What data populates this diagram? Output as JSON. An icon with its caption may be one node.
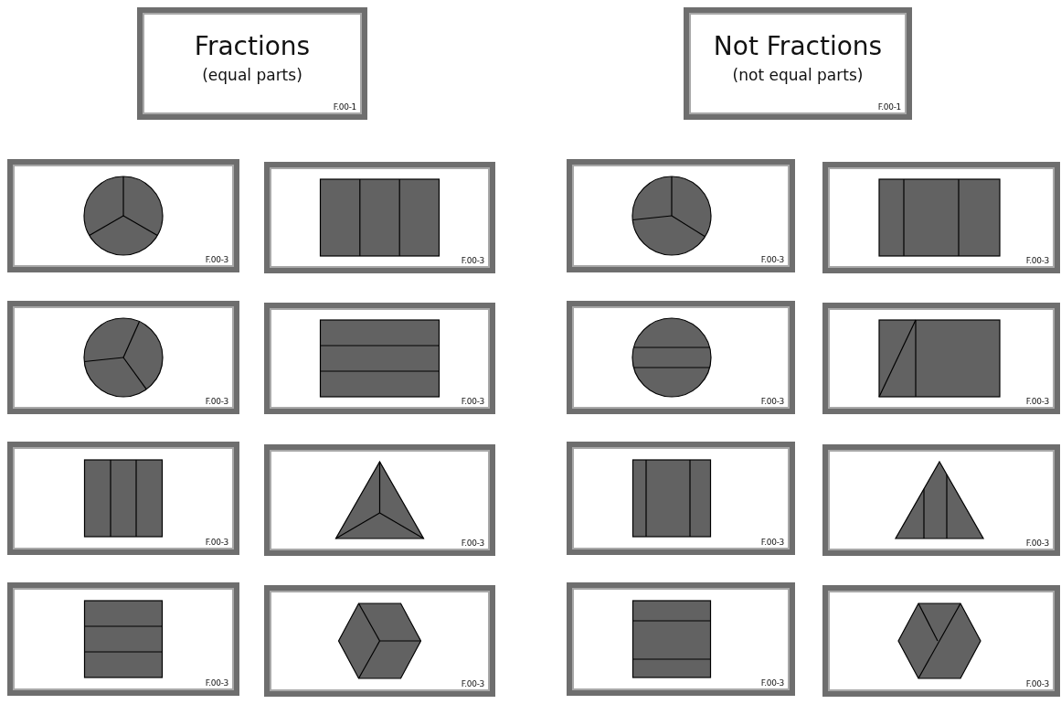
{
  "diagram": {
    "nodes": [
      {
        "text": [
          "Fractions",
          "(equal parts)",
          "F.00-1"
        ]
      },
      {
        "text": [
          "Not Fractions",
          "(not equal parts)",
          "F.00-1"
        ]
      },
      {
        "text": [
          "F.00-3"
        ]
      },
      {
        "text": [
          "F.00-3"
        ]
      },
      {
        "text": [
          "F.00-3"
        ]
      },
      {
        "text": [
          "F.00-3"
        ]
      },
      {
        "text": [
          "F.00-3"
        ]
      },
      {
        "text": [
          "F.00-3"
        ]
      },
      {
        "text": [
          "F.00-3"
        ]
      },
      {
        "text": [
          "F.00-3"
        ]
      },
      {
        "text": [
          "F.00-3"
        ]
      },
      {
        "text": [
          "F.00-3"
        ]
      },
      {
        "text": [
          "F.00-3"
        ]
      },
      {
        "text": [
          "F.00-3"
        ]
      },
      {
        "text": [
          "F.00-3"
        ]
      },
      {
        "text": [
          "F.00-3"
        ]
      },
      {
        "text": [
          "F.00-3"
        ]
      },
      {
        "text": [
          "F.00-3"
        ]
      }
    ]
  }
}
